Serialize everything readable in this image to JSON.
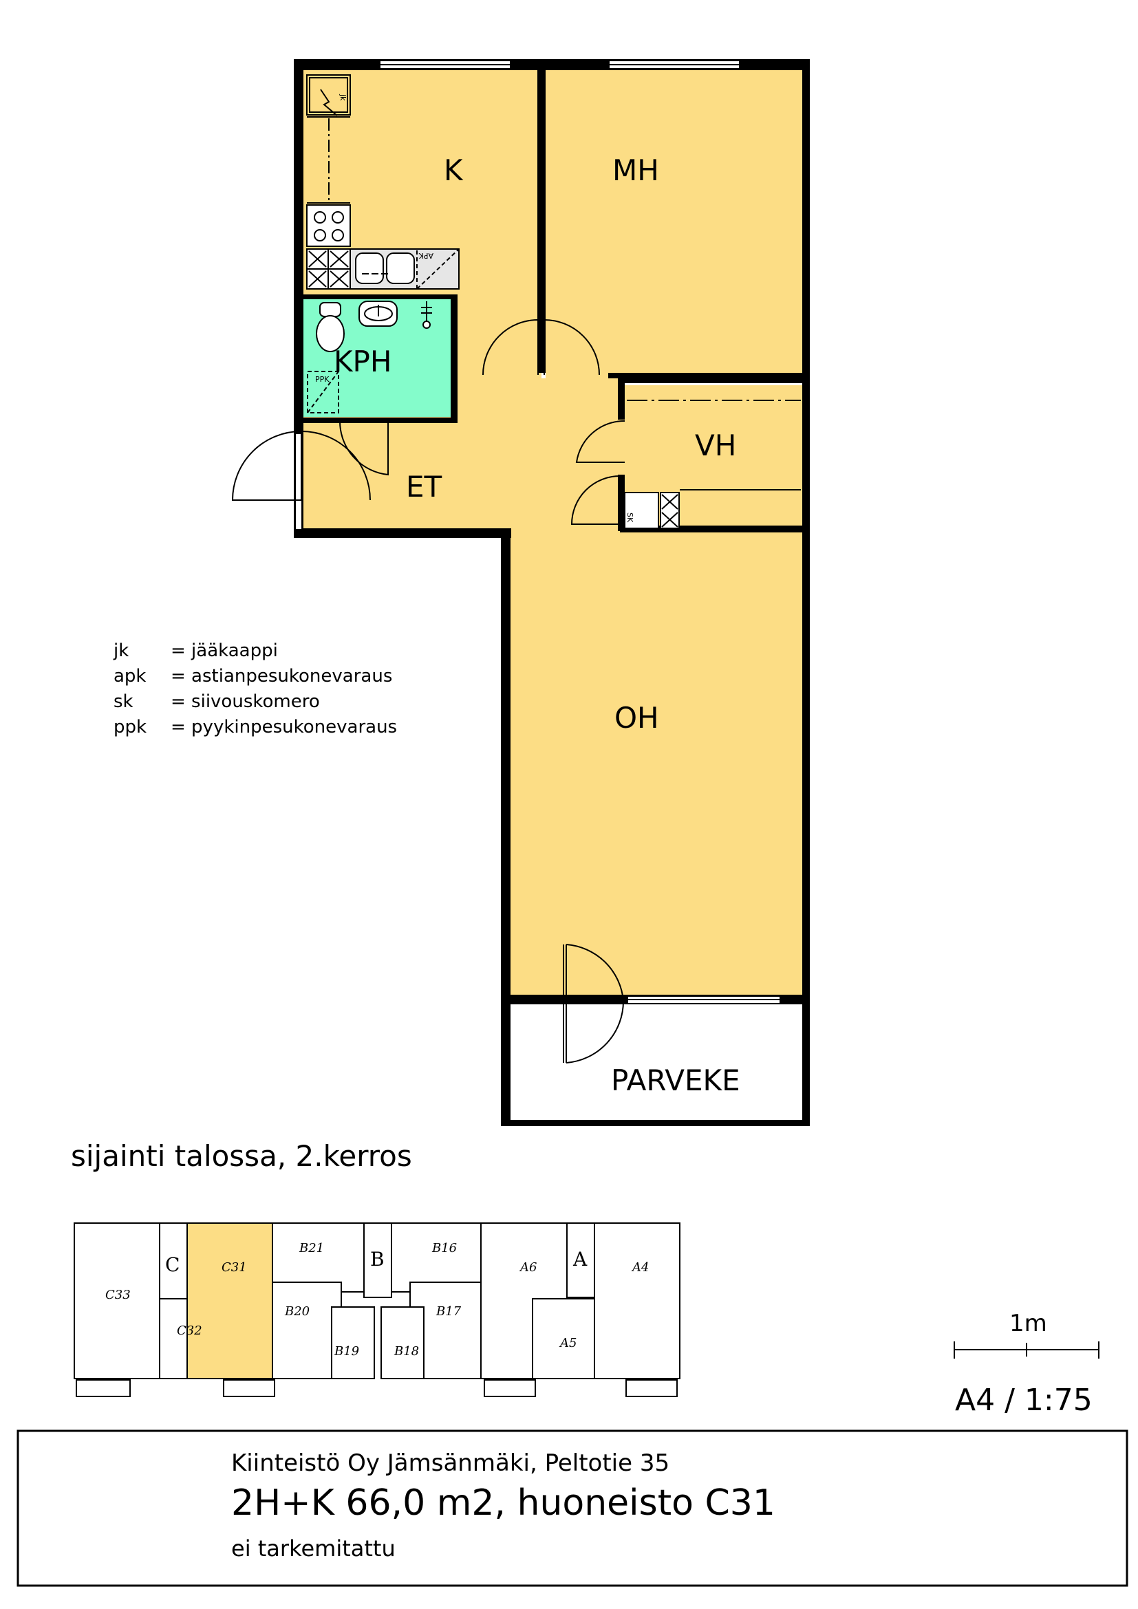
{
  "colors": {
    "room_fill": "#fcdd85",
    "bathroom_fill": "#84fccb",
    "wall": "#000000",
    "background": "#ffffff"
  },
  "rooms": {
    "kitchen": "K",
    "bedroom": "MH",
    "bathroom": "KPH",
    "entrance": "ET",
    "walk_in_closet": "VH",
    "living_room": "OH",
    "balcony": "PARVEKE"
  },
  "fixture_marks": {
    "fridge": "jk",
    "dishwasher": "APK",
    "washing_machine": "PPK",
    "cleaning_closet": "SK"
  },
  "legend": [
    {
      "abbr": "jk",
      "text": "= jääkaappi"
    },
    {
      "abbr": "apk",
      "text": "= astianpesukonevaraus"
    },
    {
      "abbr": "sk",
      "text": "= siivouskomero"
    },
    {
      "abbr": "ppk",
      "text": "= pyykinpesukonevaraus"
    }
  ],
  "site_plan": {
    "title": "sijainti talossa, 2.kerros",
    "highlight_color": "#fcdd85",
    "units": [
      "C33",
      "C31",
      "C32",
      "B21",
      "B20",
      "B19",
      "B18",
      "B16",
      "B17",
      "A6",
      "A5",
      "A4"
    ],
    "stairs": [
      "C",
      "B",
      "A"
    ]
  },
  "scale": {
    "unit_label": "1m",
    "paper_scale": "A4 / 1:75"
  },
  "info": {
    "company": "Kiinteistö Oy Jämsänmäki, Peltotie 35",
    "apartment": "2H+K 66,0 m2, huoneisto C31",
    "note": "ei tarkemitattu"
  }
}
